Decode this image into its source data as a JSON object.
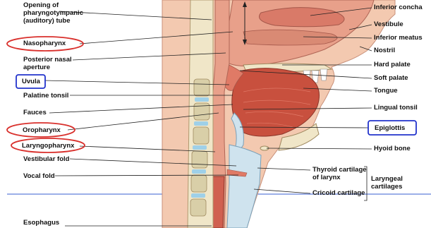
{
  "labels": {
    "opening": "Opening of pharyngotympanic (auditory) tube",
    "nasopharynx": "Nasopharynx",
    "posterior_nasal": "Posterior nasal aperture",
    "uvula": "Uvula",
    "palatine_tonsil": "Palatine tonsil",
    "fauces": "Fauces",
    "oropharynx": "Oropharynx",
    "laryngopharynx": "Laryngopharynx",
    "vestibular_fold": "Vestibular fold",
    "vocal_fold": "Vocal fold",
    "esophagus": "Esophagus",
    "inferior_concha": "Inferior concha",
    "vestibule": "Vestibule",
    "inferior_meatus": "Inferior meatus",
    "nostril": "Nostril",
    "hard_palate": "Hard palate",
    "soft_palate": "Soft palate",
    "tongue": "Tongue",
    "lingual_tonsil": "Lingual tonsil",
    "epiglottis": "Epiglottis",
    "hyoid_bone": "Hyoid bone",
    "thyroid_cartilage": "Thyroid cartilage of larynx",
    "cricoid_cartilage": "Cricoid cartilage",
    "laryngeal_cartilages": "Laryngeal cartilages"
  },
  "colors": {
    "highlight_red": "#d9302c",
    "highlight_blue": "#2233cc",
    "tissue": "#e8a08a",
    "muscle": "#c8503e",
    "bone": "#f0e6c8",
    "skin": "#f3c9b0",
    "cartilage": "#cfe3ee"
  }
}
